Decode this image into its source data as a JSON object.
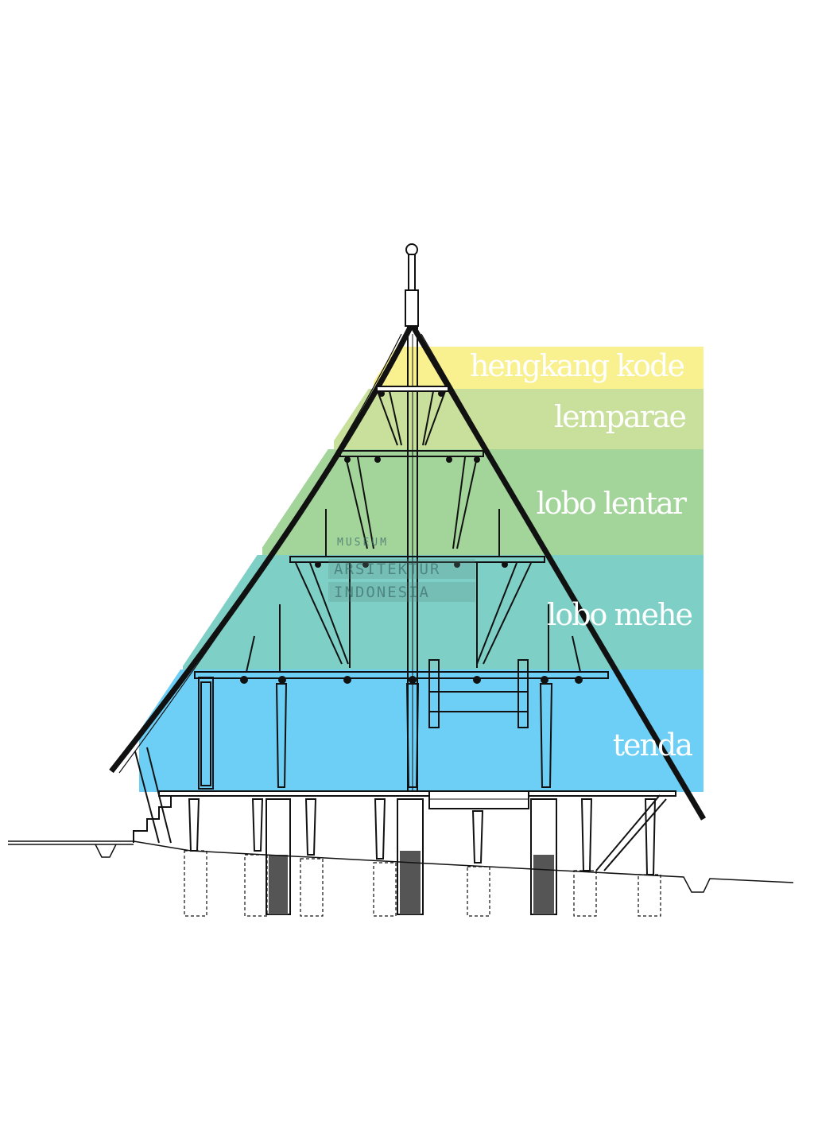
{
  "zones": [
    {
      "key": "hengkang_kode",
      "label": "hengkang kode",
      "color": "#f9f08f"
    },
    {
      "key": "lemparae",
      "label": "lemparae",
      "color": "#c8e09b"
    },
    {
      "key": "lobo_lentar",
      "label": "lobo lentar",
      "color": "#a3d49a"
    },
    {
      "key": "lobo_mehe",
      "label": "lobo mehe",
      "color": "#7ecfc6"
    },
    {
      "key": "tenda",
      "label": "tenda",
      "color": "#6dcff6"
    }
  ],
  "watermark": {
    "line1": "MUSEUM",
    "line2": "ARSITEKTUR",
    "line3": "INDONESIA"
  }
}
